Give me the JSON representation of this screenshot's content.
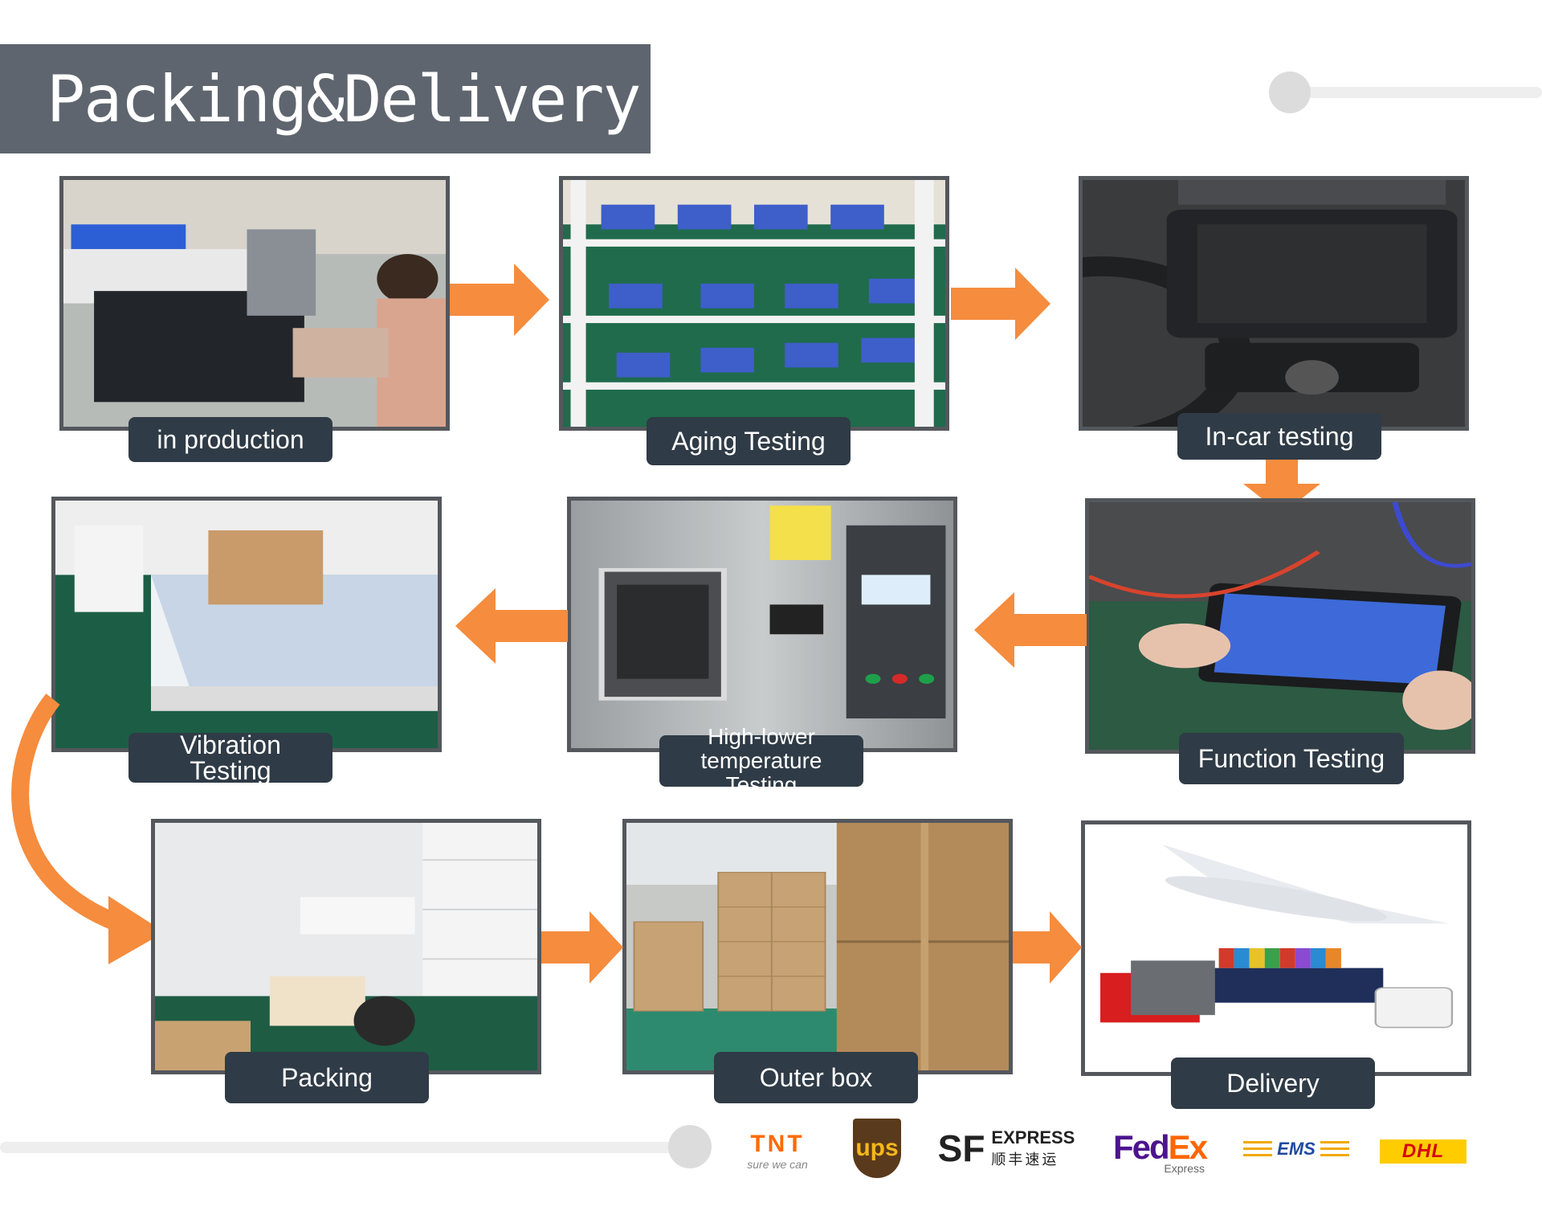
{
  "title": "Packing&Delivery",
  "steps": [
    {
      "label": "in production"
    },
    {
      "label": "Aging Testing"
    },
    {
      "label": "In-car testing"
    },
    {
      "label": "Function Testing"
    },
    {
      "label": "High-lower temperature Testing",
      "line1": "High-lower",
      "line2": "temperature Testing"
    },
    {
      "label": "Vibration Testing"
    },
    {
      "label": "Packing"
    },
    {
      "label": "Outer box"
    },
    {
      "label": "Delivery"
    }
  ],
  "carriers": {
    "tnt": {
      "name": "TNT",
      "tagline": "sure we can"
    },
    "ups": {
      "name": "ups"
    },
    "sf": {
      "name": "SF",
      "express": "EXPRESS",
      "chinese": "顺丰速运"
    },
    "fedex": {
      "fed": "Fed",
      "ex": "Ex",
      "sub": "Express"
    },
    "ems": {
      "name": "EMS"
    },
    "dhl": {
      "name": "DHL"
    }
  },
  "colors": {
    "arrow": "#f58c3e",
    "label_bg": "#2f3b46",
    "title_bg": "#5e656e"
  }
}
